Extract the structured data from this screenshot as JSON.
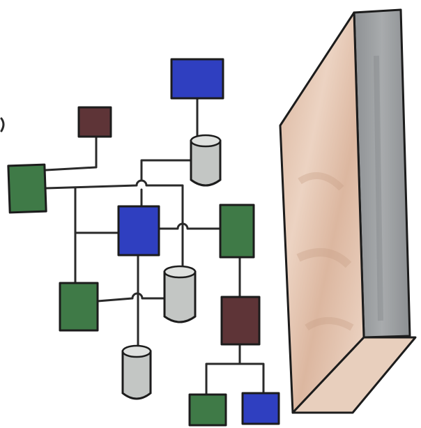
{
  "colors": {
    "blue_node": "#2f3fc0",
    "green_node": "#3f7a47",
    "maroon_node": "#5e3437",
    "cylinder_body": "#c3c6c4",
    "cylinder_top": "#dfe1df",
    "wall_face": "#e6c7b3",
    "wall_side": "#9a9d9f",
    "ink": "#1c1c1c"
  },
  "diagram": {
    "nodes": [
      {
        "id": "blue-top",
        "kind": "rect",
        "color": "blue"
      },
      {
        "id": "maroon-top",
        "kind": "rect",
        "color": "maroon"
      },
      {
        "id": "green-left",
        "kind": "rect",
        "color": "green"
      },
      {
        "id": "blue-center",
        "kind": "rect",
        "color": "blue"
      },
      {
        "id": "green-right",
        "kind": "rect",
        "color": "green"
      },
      {
        "id": "green-lower-left",
        "kind": "rect",
        "color": "green"
      },
      {
        "id": "maroon-lower-right",
        "kind": "rect",
        "color": "maroon"
      },
      {
        "id": "green-bottom",
        "kind": "rect",
        "color": "green"
      },
      {
        "id": "blue-bottom",
        "kind": "rect",
        "color": "blue"
      },
      {
        "id": "db-top",
        "kind": "cylinder"
      },
      {
        "id": "db-center",
        "kind": "cylinder"
      },
      {
        "id": "db-bottom",
        "kind": "cylinder"
      }
    ],
    "links": [
      [
        "blue-top",
        "db-top"
      ],
      [
        "maroon-top",
        "green-left"
      ],
      [
        "green-left",
        "db-top"
      ],
      [
        "green-left",
        "blue-center"
      ],
      [
        "green-left",
        "green-lower-left"
      ],
      [
        "blue-center",
        "green-right"
      ],
      [
        "blue-center",
        "db-center"
      ],
      [
        "green-lower-left",
        "db-center"
      ],
      [
        "blue-center",
        "db-bottom"
      ],
      [
        "green-right",
        "maroon-lower-right"
      ],
      [
        "maroon-lower-right",
        "green-bottom"
      ],
      [
        "maroon-lower-right",
        "blue-bottom"
      ]
    ],
    "wall": {
      "depicts": "firewall"
    }
  }
}
